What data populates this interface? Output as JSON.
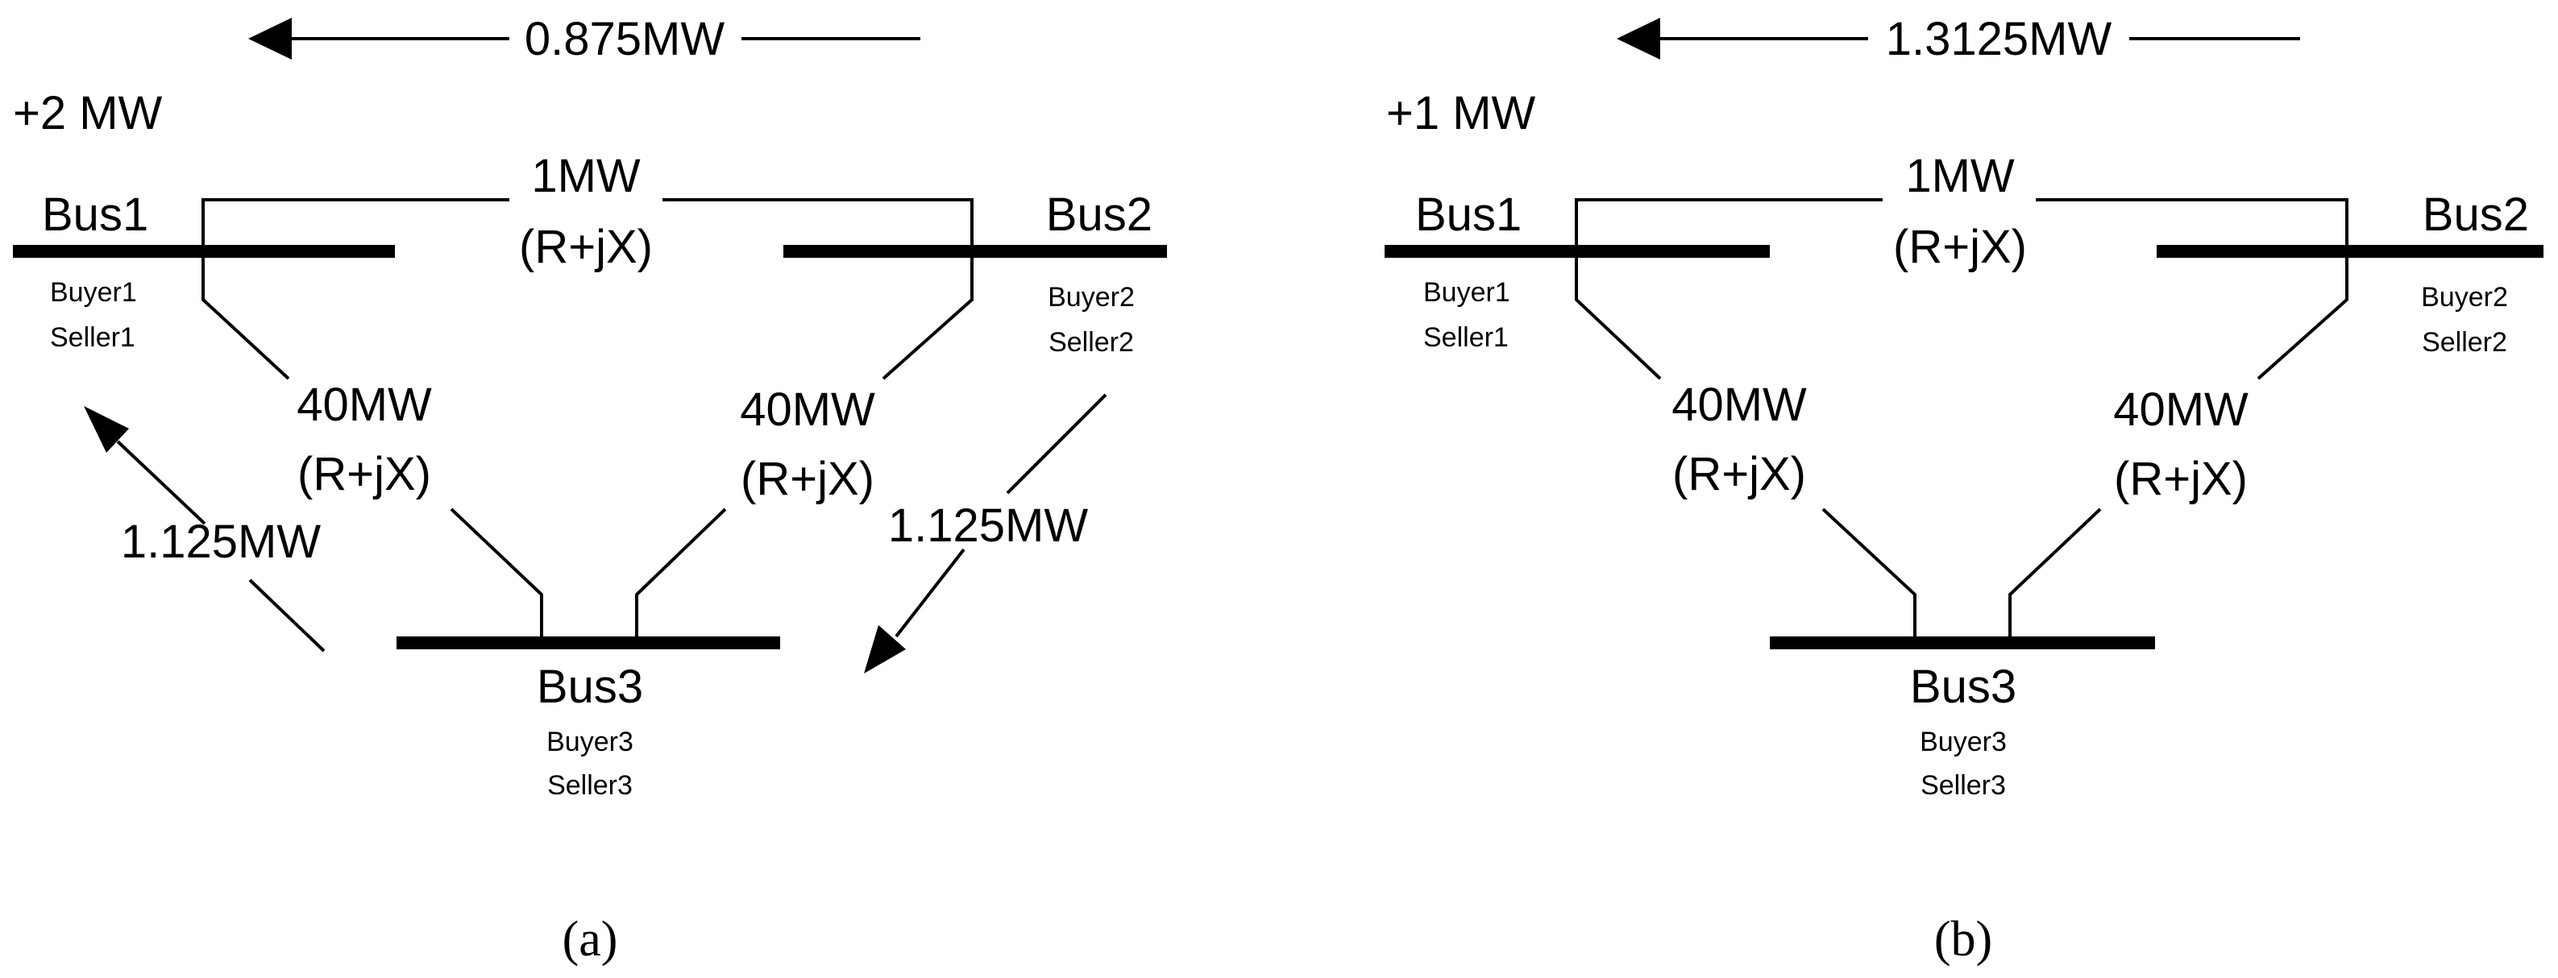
{
  "panels": [
    {
      "caption": "(a)",
      "injection": "+2 MW",
      "top_flow": "0.875MW",
      "left_flow": "1.125MW",
      "right_flow": "1.125MW",
      "line12": {
        "capacity": "1MW",
        "impedance": "(R+jX)"
      },
      "line13": {
        "capacity": "40MW",
        "impedance": "(R+jX)"
      },
      "line23": {
        "capacity": "40MW",
        "impedance": "(R+jX)"
      },
      "bus1": {
        "name": "Bus1",
        "buyer": "Buyer1",
        "seller": "Seller1"
      },
      "bus2": {
        "name": "Bus2",
        "buyer": "Buyer2",
        "seller": "Seller2"
      },
      "bus3": {
        "name": "Bus3",
        "buyer": "Buyer3",
        "seller": "Seller3"
      }
    },
    {
      "caption": "(b)",
      "injection": "+1 MW",
      "top_flow": "1.3125MW",
      "line12": {
        "capacity": "1MW",
        "impedance": "(R+jX)"
      },
      "line13": {
        "capacity": "40MW",
        "impedance": "(R+jX)"
      },
      "line23": {
        "capacity": "40MW",
        "impedance": "(R+jX)"
      },
      "bus1": {
        "name": "Bus1",
        "buyer": "Buyer1",
        "seller": "Seller1"
      },
      "bus2": {
        "name": "Bus2",
        "buyer": "Buyer2",
        "seller": "Seller2"
      },
      "bus3": {
        "name": "Bus3",
        "buyer": "Buyer3",
        "seller": "Seller3"
      }
    }
  ]
}
